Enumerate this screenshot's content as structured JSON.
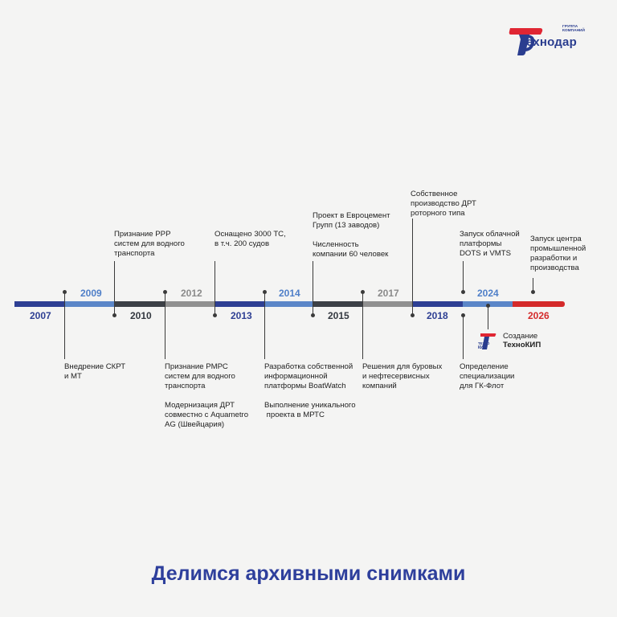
{
  "logo": {
    "name": "ехнодар",
    "tagline_lines": [
      "ГРУППА",
      "КОМПАНИЙ"
    ],
    "colors": {
      "red": "#e02633",
      "blue": "#2a3d8f"
    }
  },
  "timeline": {
    "segments": [
      {
        "year": "2007",
        "color": "#2e3f93",
        "year_color": "#2e3f93",
        "label_position": "below"
      },
      {
        "year": "2009",
        "color": "#5b86c8",
        "year_color": "#4f7fc8",
        "label_position": "above"
      },
      {
        "year": "2010",
        "color": "#3c4046",
        "year_color": "#333840",
        "label_position": "below"
      },
      {
        "year": "2012",
        "color": "#909090",
        "year_color": "#8a8a8a",
        "label_position": "above"
      },
      {
        "year": "2013",
        "color": "#2e3f93",
        "year_color": "#2e3f93",
        "label_position": "below"
      },
      {
        "year": "2014",
        "color": "#5b86c8",
        "year_color": "#4f7fc8",
        "label_position": "above"
      },
      {
        "year": "2015",
        "color": "#3c4046",
        "year_color": "#333840",
        "label_position": "below"
      },
      {
        "year": "2017",
        "color": "#909090",
        "year_color": "#8a8a8a",
        "label_position": "above"
      },
      {
        "year": "2018",
        "color": "#2e3f93",
        "year_color": "#2e3f93",
        "label_position": "below"
      },
      {
        "year": "2024",
        "color": "#5b86c8",
        "year_color": "#4f7fc8",
        "label_position": "above"
      },
      {
        "year": "2026",
        "color": "#d42a2a",
        "year_color": "#d42a2a",
        "label_position": "below"
      }
    ],
    "events": [
      {
        "id": "event-2007-1",
        "paragraphs": [
          [
            "Внедрение СКРТ",
            "и МТ"
          ]
        ]
      },
      {
        "id": "event-2009-1",
        "paragraphs": [
          [
            "Признание РРР",
            "систем для водного",
            "транспорта"
          ]
        ]
      },
      {
        "id": "event-2010-1",
        "paragraphs": [
          [
            "Признание РМРС",
            "систем для водного",
            "транспорта"
          ],
          [
            "Модернизация ДРТ",
            "совместно с Aquametro",
            "AG (Швейцария)"
          ]
        ]
      },
      {
        "id": "event-2012-1",
        "paragraphs": [
          [
            "Оснащено 3000 ТС,",
            "в т.ч. 200 судов"
          ]
        ]
      },
      {
        "id": "event-2013-1",
        "paragraphs": [
          [
            "Разработка собственной",
            "информационной",
            "платформы BoatWatch"
          ],
          [
            "Выполнение уникального",
            " проекта в МРТС"
          ]
        ]
      },
      {
        "id": "event-2014-1",
        "paragraphs": [
          [
            "Проект в Евроцемент",
            "Групп (13 заводов)"
          ],
          [
            "Численность",
            "компании 60 человек"
          ]
        ]
      },
      {
        "id": "event-2015-1",
        "paragraphs": [
          [
            "Решения для буровых",
            "и нефтесервисных",
            "компаний"
          ]
        ]
      },
      {
        "id": "event-2017-1",
        "paragraphs": [
          [
            "Собственное",
            "производство ДРТ",
            "роторного типа"
          ]
        ]
      },
      {
        "id": "event-2018-1",
        "paragraphs": [
          [
            "Запуск облачной",
            "платформы",
            "DOTS и VMTS"
          ]
        ]
      },
      {
        "id": "event-2018-2",
        "paragraphs": [
          [
            "Определение",
            "специализации",
            "для ГК-Флот"
          ]
        ]
      },
      {
        "id": "event-2024-1",
        "paragraphs": [
          [
            "Запуск центра",
            "промышленной",
            "разработки и",
            "производства"
          ]
        ]
      }
    ],
    "technokip": {
      "badge_lines": [
        "ТЕХНО",
        "КИП"
      ],
      "caption": "Создание",
      "name": "ТехноКИП"
    }
  },
  "footer": {
    "title": "Делимся архивными снимками"
  }
}
